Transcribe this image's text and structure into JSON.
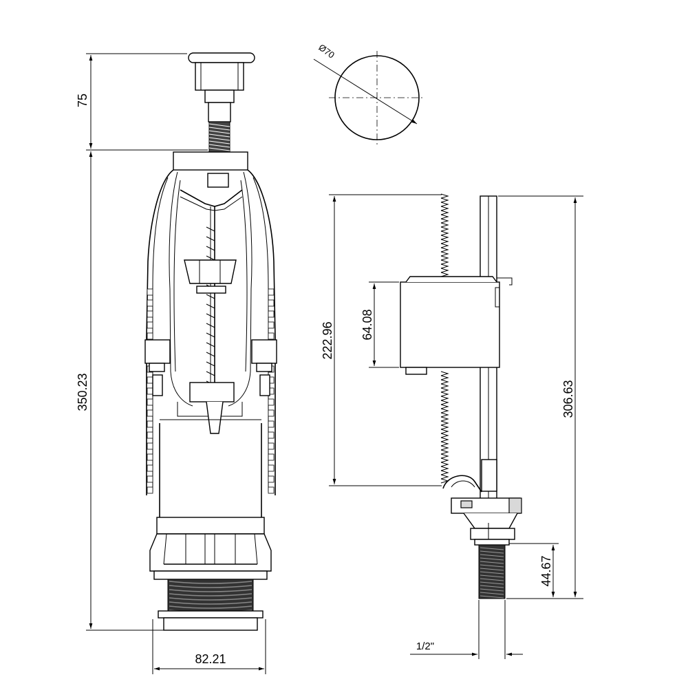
{
  "dimensions": {
    "flush_button_height": "75",
    "flush_valve_height": "350.23",
    "base_width": "82.21",
    "button_diameter": "Ø70",
    "float_travel": "222.96",
    "float_height": "64.08",
    "fill_valve_height": "306.63",
    "thread_length": "44.67",
    "thread_size": "1/2\""
  },
  "colors": {
    "line": "#000000",
    "shade": "#d9d9d9",
    "background": "#ffffff"
  }
}
